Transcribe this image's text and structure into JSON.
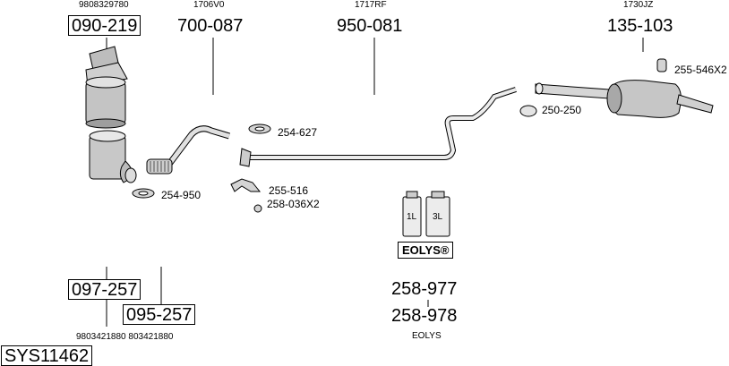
{
  "groups": [
    {
      "id": "catalyst",
      "ref": "9808329780",
      "part": "090-219",
      "boxed": true
    },
    {
      "id": "front-pipe",
      "ref": "1706V0",
      "part": "700-087",
      "boxed": false
    },
    {
      "id": "middle-pipe",
      "ref": "1717RF",
      "part": "950-081",
      "boxed": false
    },
    {
      "id": "rear-silencer",
      "ref": "1730JZ",
      "part": "135-103",
      "boxed": false
    }
  ],
  "accessories": [
    {
      "id": "a1",
      "label": "254-627"
    },
    {
      "id": "a2",
      "label": "254-950"
    },
    {
      "id": "a3",
      "label": "255-516"
    },
    {
      "id": "a4",
      "label": "258-036X2"
    },
    {
      "id": "a5",
      "label": "250-250"
    },
    {
      "id": "a6",
      "label": "255-546X2"
    }
  ],
  "lower_parts": [
    {
      "id": "p1",
      "part": "097-257"
    },
    {
      "id": "p2",
      "part": "095-257"
    }
  ],
  "lower_refs": "9803421880 803421880",
  "eolys": {
    "logo": "EOLYS®",
    "bottle_1": "1L",
    "bottle_2": "3L",
    "part_1": "258-977",
    "part_2": "258-978",
    "caption": "EOLYS"
  },
  "system_id": "SYS11462"
}
